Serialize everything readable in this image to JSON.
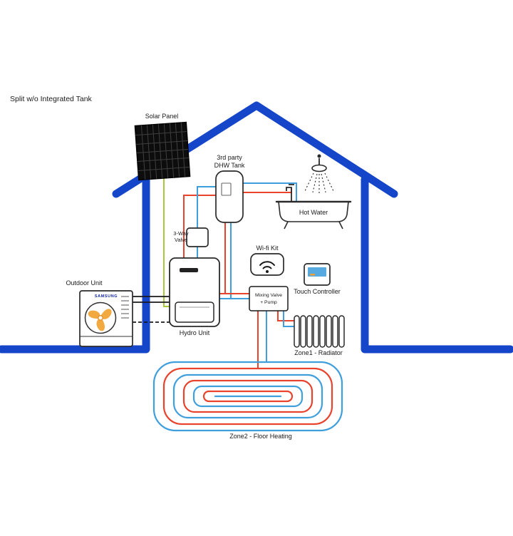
{
  "labels": {
    "title": "Split w/o Integrated Tank",
    "solar_panel": "Solar Panel",
    "dhw_tank_1": "3rd party",
    "dhw_tank_2": "DHW Tank",
    "hot_water": "Hot Water",
    "valve_1": "3-Way",
    "valve_2": "Valve",
    "wifi_kit": "Wi-fi Kit",
    "touch_controller": "Touch Controller",
    "outdoor_unit": "Outdoor Unit",
    "brand": "SAMSUNG",
    "hydro_unit": "Hydro Unit",
    "mixing_1": "Mixing Valve",
    "mixing_2": "+ Pump",
    "zone1": "Zone1 - Radiator",
    "zone2": "Zone2 - Floor Heating"
  },
  "colors": {
    "house-blue": "#1545c8",
    "pipe-red": "#e8432c",
    "pipe-blue": "#3f9fdc",
    "solar-green": "#a9c93d",
    "line-black": "#1a1a1a",
    "fan-orange": "#f2a93f",
    "screen-blue": "#57aadf",
    "samsung-blue": "#1428a0"
  }
}
